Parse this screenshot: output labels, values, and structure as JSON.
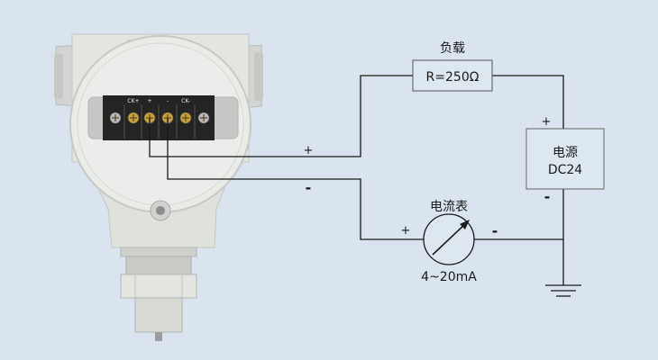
{
  "colors": {
    "background": "#d9e4ee",
    "wire": "#1a1a1a",
    "box_fill": "#dde7f0",
    "housing": "#e2e4e0",
    "terminal_block": "#222222",
    "screw_brass": "#c9a233",
    "screw_silver": "#b8b8b8"
  },
  "load": {
    "title": "负载",
    "value": "R=250Ω"
  },
  "power_supply": {
    "line1": "电源",
    "line2": "DC24",
    "plus": "+",
    "minus": "-"
  },
  "ammeter": {
    "title": "电流表",
    "range": "4~20mA",
    "plus": "+",
    "minus": "-"
  },
  "signal_wires": {
    "plus": "+",
    "minus": "-"
  },
  "terminal_labels": [
    "CK+",
    "+",
    "-",
    "CK-"
  ],
  "icons": {
    "ground": "ground-symbol-icon",
    "meter": "meter-needle-icon",
    "screw": "terminal-screw-icon"
  }
}
